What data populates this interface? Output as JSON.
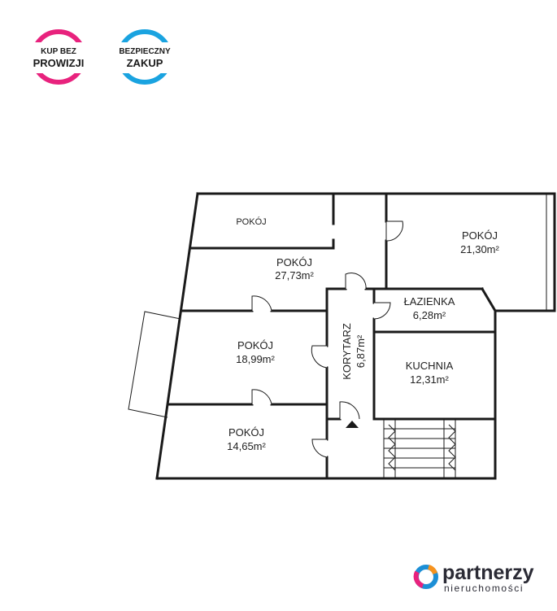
{
  "badges": {
    "left": {
      "line1": "KUP BEZ",
      "line2": "PROWIZJI",
      "ring_color": "#e8227d"
    },
    "right": {
      "line1": "BEZPIECZNY",
      "line2": "ZAKUP",
      "ring_color": "#1aa3e0"
    }
  },
  "rooms": {
    "pokoj_small": {
      "name": "POKÓJ"
    },
    "pokoj_a": {
      "name": "POKÓJ",
      "area": "27,73m²"
    },
    "pokoj_b": {
      "name": "POKÓJ",
      "area": "21,30m²"
    },
    "pokoj_c": {
      "name": "POKÓJ",
      "area": "18,99m²"
    },
    "pokoj_d": {
      "name": "POKÓJ",
      "area": "14,65m²"
    },
    "lazienka": {
      "name": "ŁAZIENKA",
      "area": "6,28m²"
    },
    "kuchnia": {
      "name": "KUCHNIA",
      "area": "12,31m²"
    },
    "korytarz": {
      "name": "KORYTARZ",
      "area": "6,87m²"
    }
  },
  "logo": {
    "name": "partnerzy",
    "tagline": "nieruchomości",
    "colors": {
      "blue": "#1c8fd6",
      "pink": "#e8227d",
      "orange": "#f7931e"
    }
  }
}
